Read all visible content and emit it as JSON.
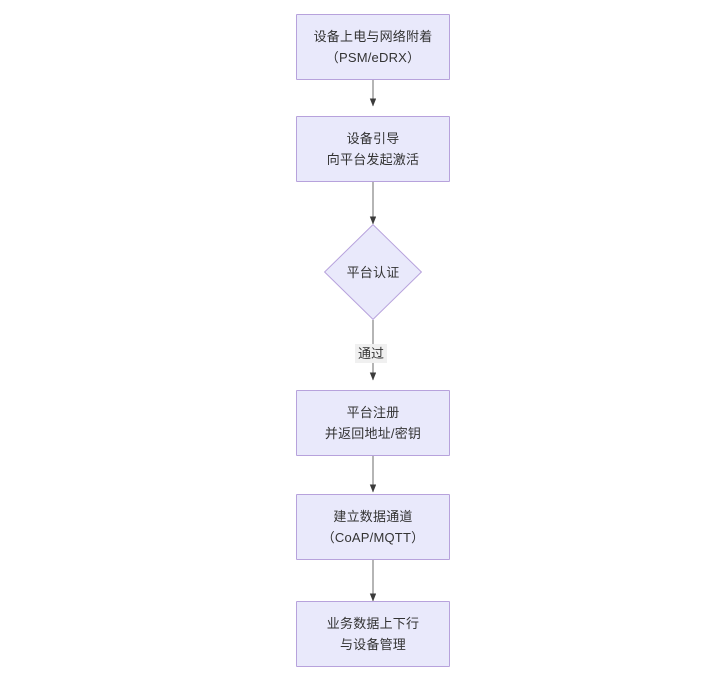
{
  "diagram": {
    "type": "flowchart",
    "orientation": "top-to-bottom",
    "theme": {
      "node_fill": "#e9e9fb",
      "node_border": "#b7a2dc",
      "text_color": "#333333",
      "edge_color": "#6b6b6b",
      "edge_label_background": "#f0f0f0",
      "page_background": "#ffffff"
    },
    "nodes": [
      {
        "id": "n1",
        "shape": "rectangle",
        "label": "设备上电与网络附着\n（PSM/eDRX）",
        "line1": "设备上电与网络附着",
        "line2": "（PSM/eDRX）"
      },
      {
        "id": "n2",
        "shape": "rectangle",
        "label": "设备引导\n向平台发起激活",
        "line1": "设备引导",
        "line2": "向平台发起激活"
      },
      {
        "id": "n3",
        "shape": "diamond",
        "label": "平台认证",
        "line1": "平台认证",
        "line2": ""
      },
      {
        "id": "n4",
        "shape": "rectangle",
        "label": "平台注册\n并返回地址/密钥",
        "line1": "平台注册",
        "line2": "并返回地址/密钥"
      },
      {
        "id": "n5",
        "shape": "rectangle",
        "label": "建立数据通道\n（CoAP/MQTT）",
        "line1": "建立数据通道",
        "line2": "（CoAP/MQTT）"
      },
      {
        "id": "n6",
        "shape": "rectangle",
        "label": "业务数据上下行\n与设备管理",
        "line1": "业务数据上下行",
        "line2": "与设备管理"
      }
    ],
    "edges": [
      {
        "id": "e1",
        "from": "n1",
        "to": "n2",
        "label": ""
      },
      {
        "id": "e2",
        "from": "n2",
        "to": "n3",
        "label": ""
      },
      {
        "id": "e3",
        "from": "n3",
        "to": "n4",
        "label": "通过"
      },
      {
        "id": "e4",
        "from": "n4",
        "to": "n5",
        "label": ""
      },
      {
        "id": "e5",
        "from": "n5",
        "to": "n6",
        "label": ""
      }
    ]
  }
}
